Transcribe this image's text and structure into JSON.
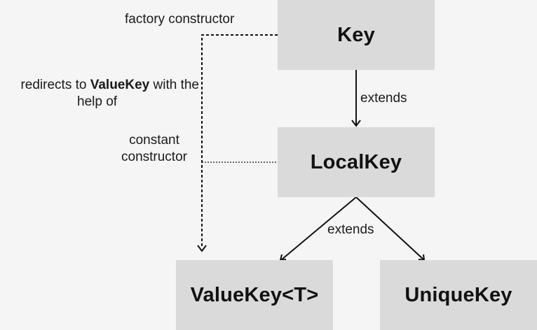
{
  "nodes": {
    "key": "Key",
    "local_key": "LocalKey",
    "value_key": "ValueKey<T>",
    "unique_key": "UniqueKey"
  },
  "edges": {
    "key_to_localkey": "extends",
    "localkey_to_children": "extends"
  },
  "annotations": {
    "factory_constructor": "factory constructor",
    "redirects_prefix": "redirects to ",
    "redirects_target": "ValueKey",
    "redirects_suffix": " with the",
    "redirects_line2": "help of",
    "constant_line1": "constant",
    "constant_line2": "constructor"
  },
  "colors": {
    "background": "#f5f5f5",
    "box_fill": "#dadada",
    "line": "#111111"
  }
}
